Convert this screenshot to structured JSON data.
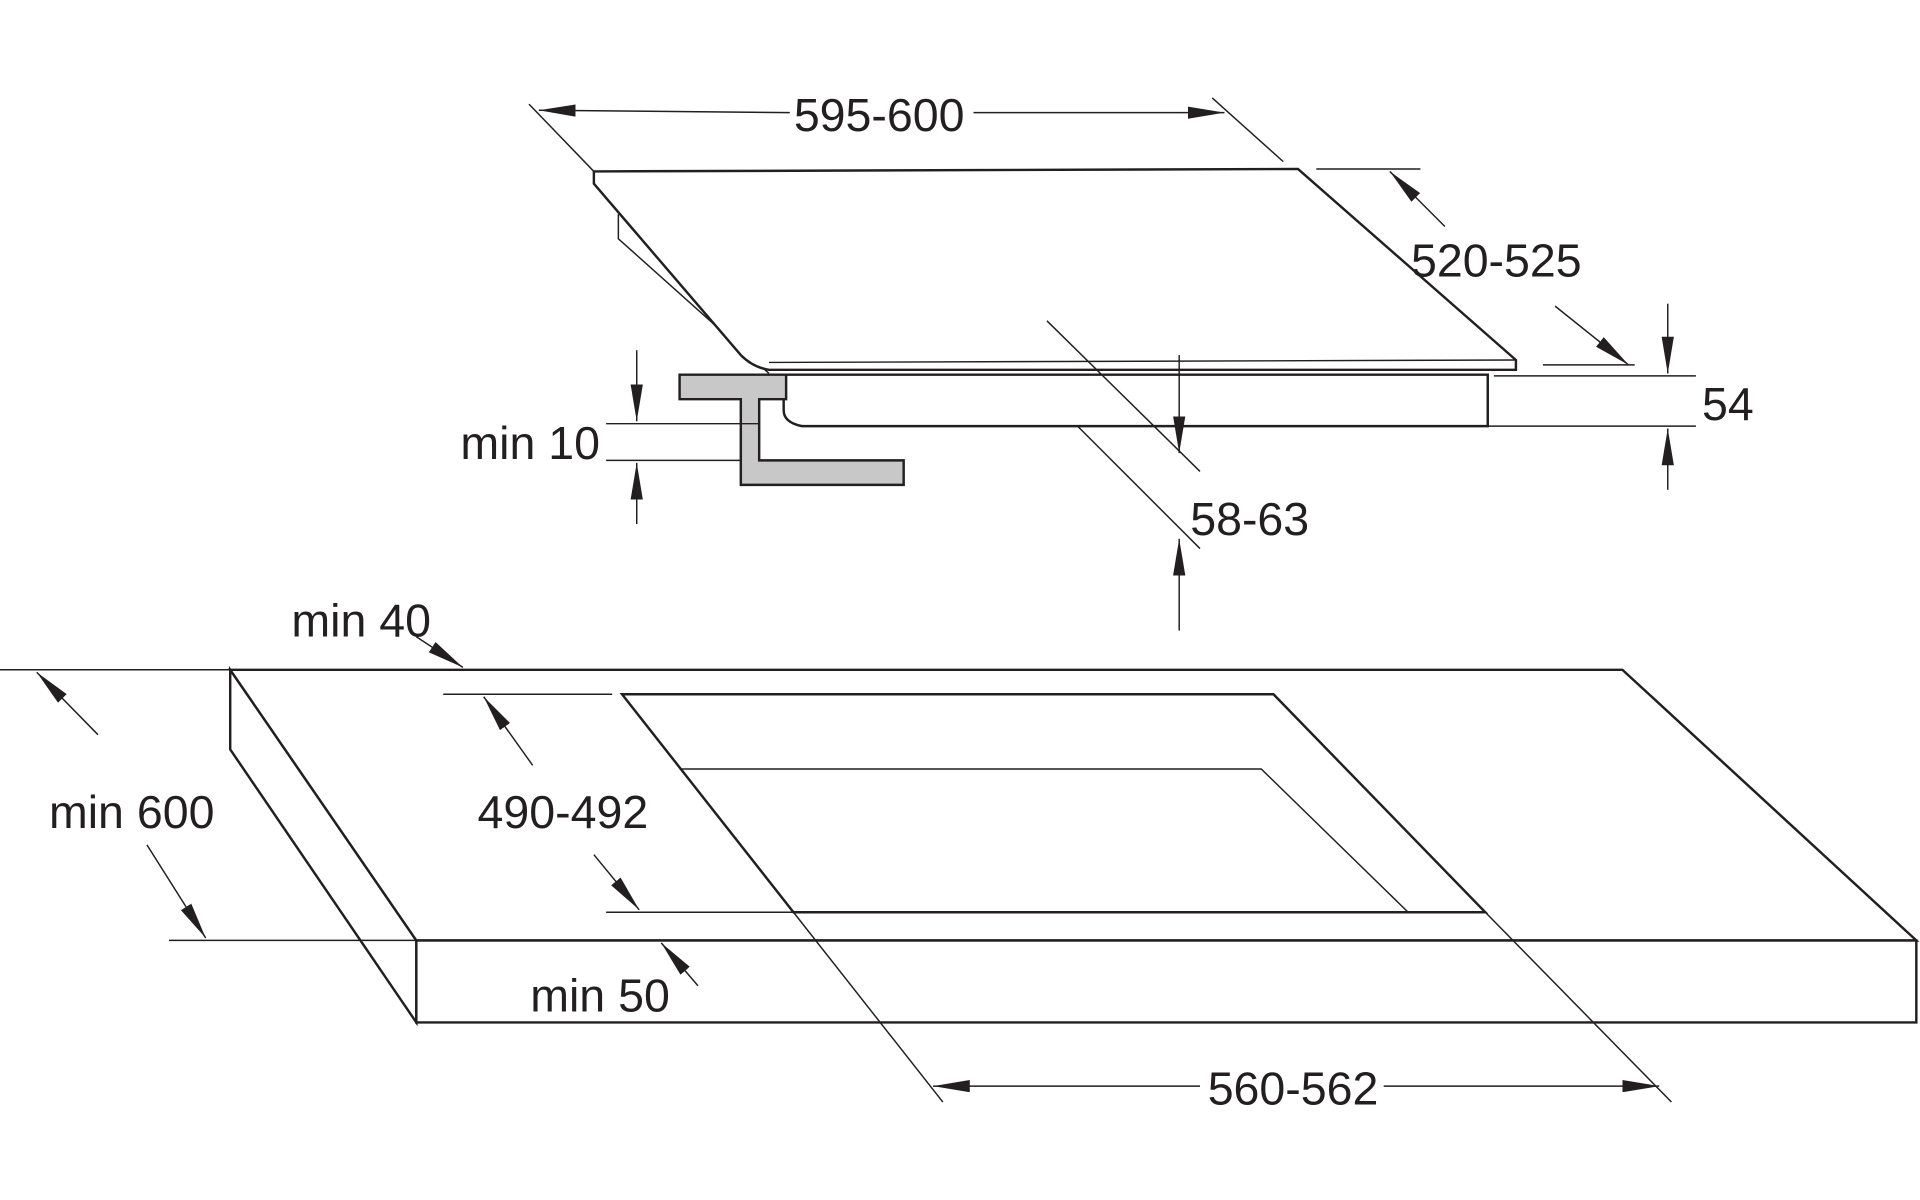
{
  "diagram": {
    "title": "Built-in hob installation dimensions",
    "labels": {
      "hob_width": "595-600",
      "hob_depth": "520-525",
      "hob_height": "54",
      "min_front_clearance": "min 10",
      "height_below": "58-63",
      "min_rear_distance": "min 40",
      "worktop_depth": "min 600",
      "cutout_depth": "490-492",
      "min_front_distance": "min 50",
      "cutout_width": "560-562"
    },
    "colors": {
      "line": "#231f20",
      "bracket": "#c8c8c8"
    }
  }
}
